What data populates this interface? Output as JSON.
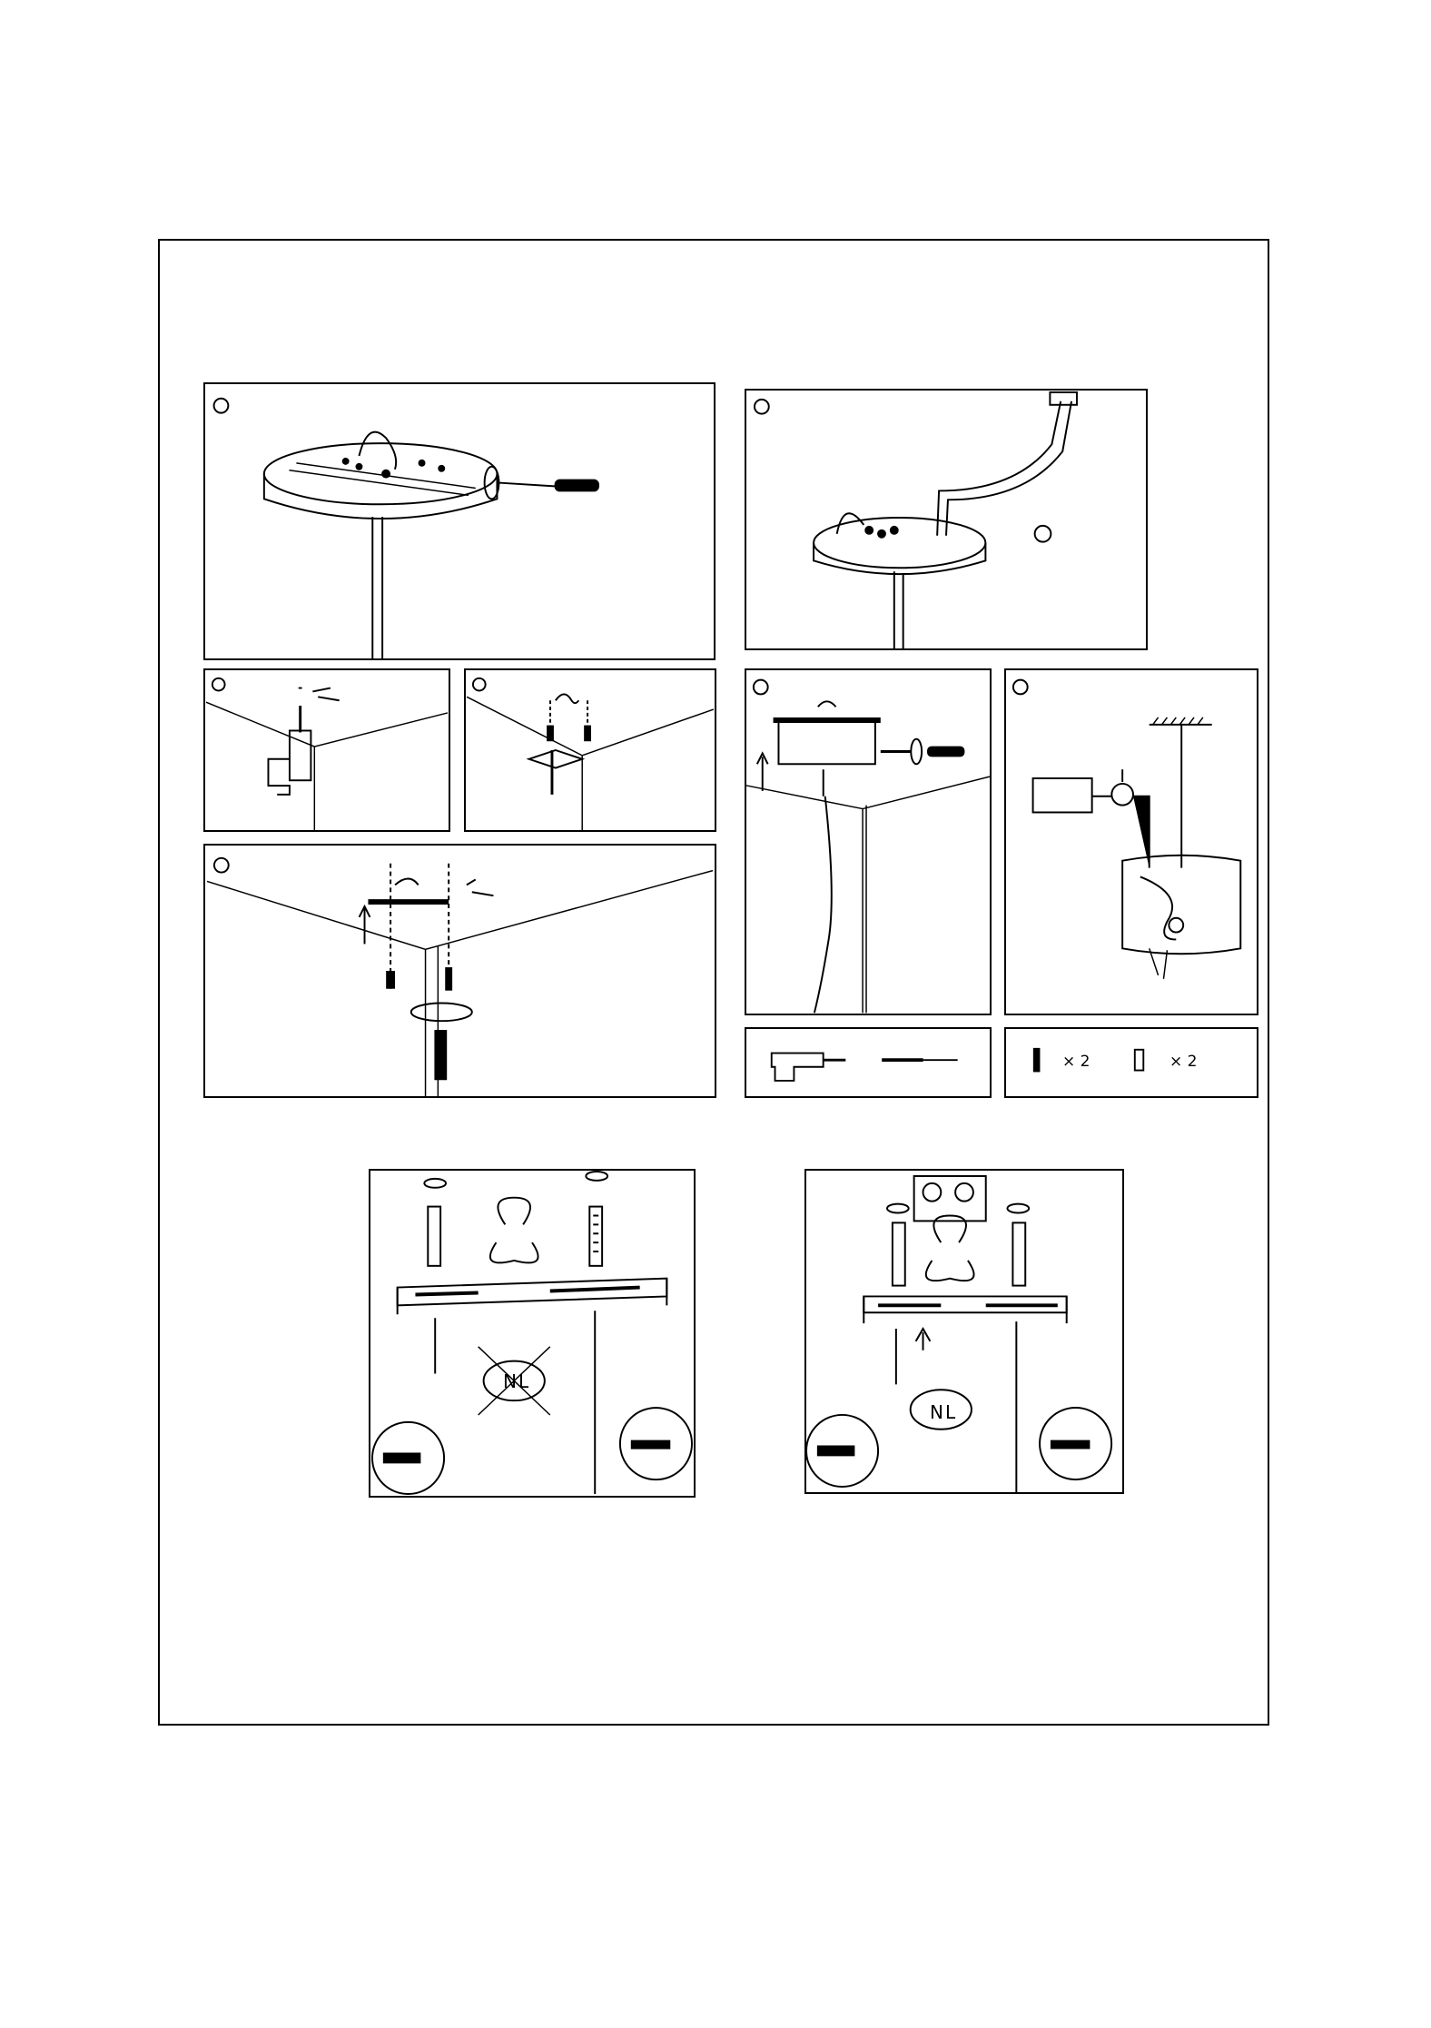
{
  "parts": [
    {
      "qty": "× 2"
    },
    {
      "qty": "× 2"
    }
  ],
  "nl_label": "NL",
  "wire_labels": [
    "N",
    "L"
  ]
}
